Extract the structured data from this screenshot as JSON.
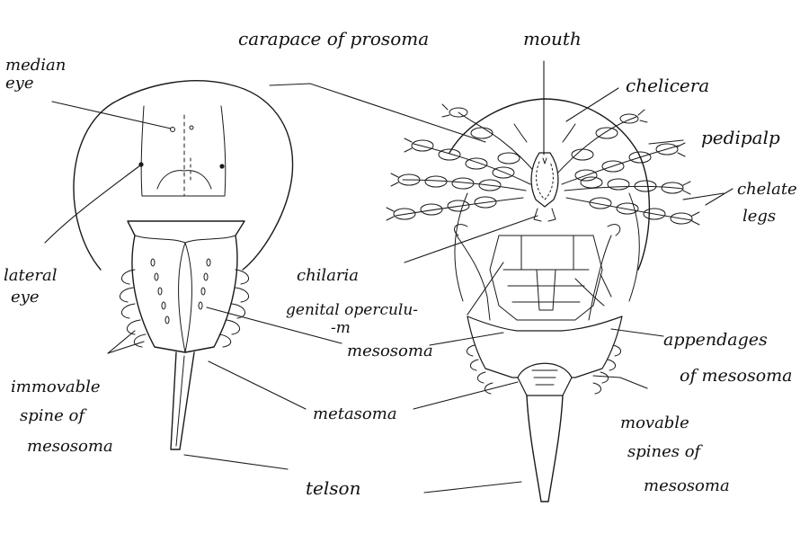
{
  "labels": {
    "carapace": "carapace of prosoma",
    "mouth": "mouth",
    "median_eye": [
      "median",
      "eye"
    ],
    "lateral_eye": [
      "lateral",
      "eye"
    ],
    "chelicera": "chelicera",
    "pedipalp": "pedipalp",
    "chelate_legs": [
      "chelate",
      "legs"
    ],
    "chilaria": "chilaria",
    "genital_operculum": [
      "genital operculu-",
      "-m"
    ],
    "mesosoma": "mesosoma",
    "appendages": [
      "appendages",
      "of mesosoma"
    ],
    "immovable_spine": [
      "immovable",
      "spine of",
      "mesosoma"
    ],
    "metasoma": "metasoma",
    "movable_spines": [
      "movable",
      "spines of",
      "mesosoma"
    ],
    "telson": "telson"
  }
}
